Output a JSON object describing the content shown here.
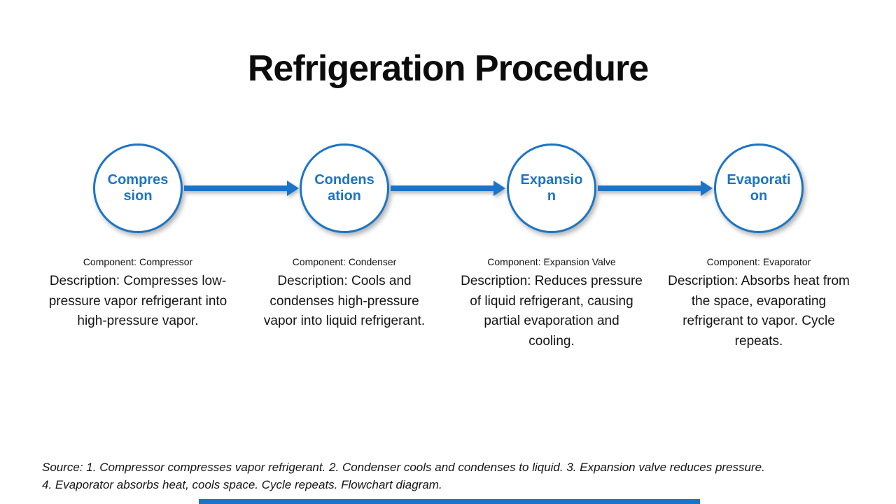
{
  "title": "Refrigeration Procedure",
  "colors": {
    "accent": "#1B74C8",
    "text": "#1a1a1a"
  },
  "steps": [
    {
      "label": "Compression",
      "component": "Component: Compressor",
      "description": "Description: Compresses low-pressure vapor refrigerant into high-pressure vapor."
    },
    {
      "label": "Condensation",
      "component": "Component: Condenser",
      "description": "Description: Cools and condenses high-pressure vapor into liquid refrigerant."
    },
    {
      "label": "Expansion",
      "component": "Component: Expansion Valve",
      "description": "Description: Reduces pressure of liquid refrigerant, causing partial evaporation and cooling."
    },
    {
      "label": "Evaporation",
      "component": "Component: Evaporator",
      "description": "Description: Absorbs heat from the space, evaporating refrigerant to vapor. Cycle repeats."
    }
  ],
  "source": "Source: 1. Compressor compresses vapor refrigerant. 2. Condenser cools and condenses to liquid. 3. Expansion valve reduces pressure. 4. Evaporator absorbs heat, cools space. Cycle repeats. Flowchart diagram."
}
